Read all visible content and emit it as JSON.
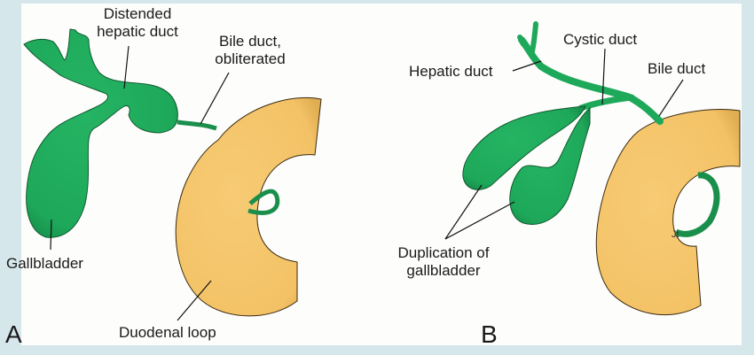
{
  "figure": {
    "panels": [
      {
        "id": "A",
        "letter": "A",
        "labels": {
          "distended_hepatic_duct_1": "Distended",
          "distended_hepatic_duct_2": "hepatic duct",
          "bile_duct_1": "Bile duct,",
          "bile_duct_2": "obliterated",
          "gallbladder": "Gallbladder",
          "duodenal_loop": "Duodenal loop"
        }
      },
      {
        "id": "B",
        "letter": "B",
        "labels": {
          "hepatic_duct": "Hepatic duct",
          "cystic_duct": "Cystic duct",
          "bile_duct": "Bile duct",
          "duplication_1": "Duplication of",
          "duplication_2": "gallbladder"
        }
      }
    ],
    "colors": {
      "frame": "#d5e7eb",
      "biliary_green": "#1ea85a",
      "duodenum_yellow": "#f5c56a"
    }
  }
}
